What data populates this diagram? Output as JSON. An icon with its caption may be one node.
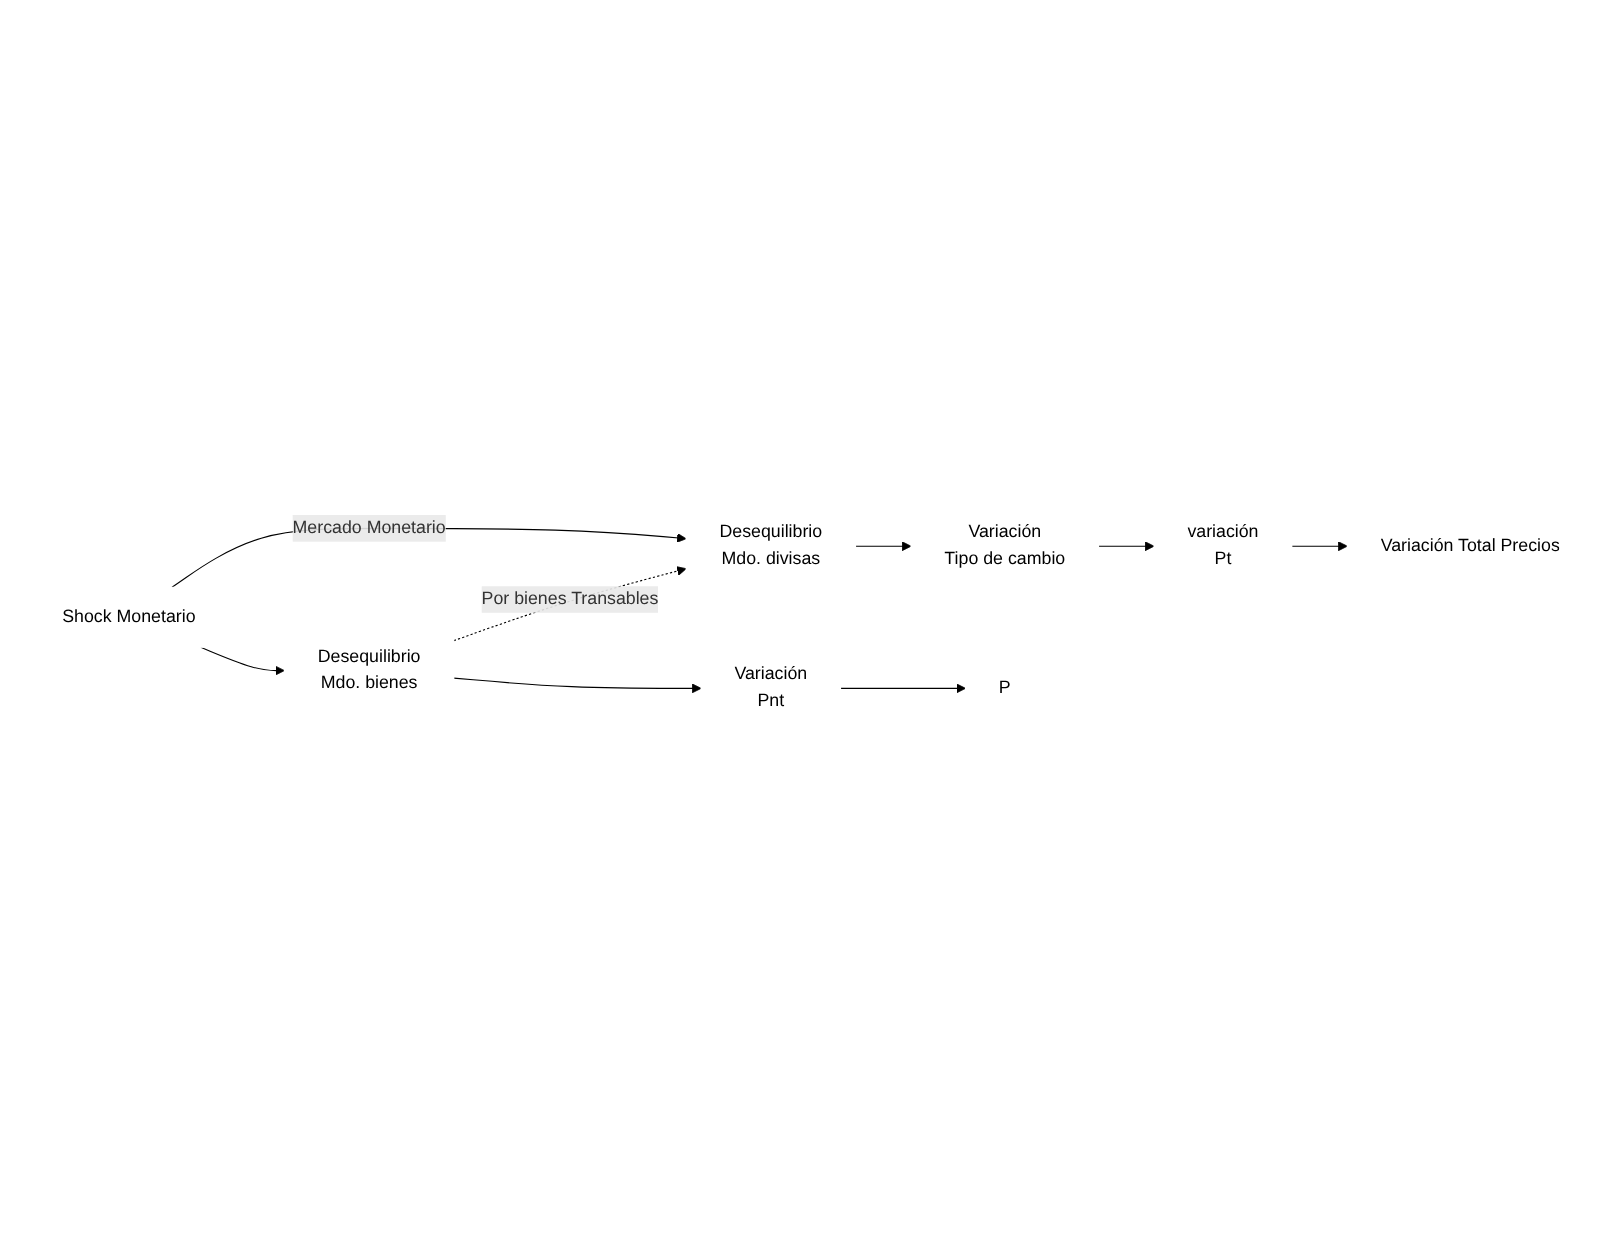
{
  "diagram": {
    "nodes": [
      {
        "text": [
          "Shock Monetario"
        ]
      },
      {
        "text": [
          "Desequilibrio",
          "Mdo. divisas"
        ]
      },
      {
        "text": [
          "Variación",
          "Tipo de cambio"
        ]
      },
      {
        "text": [
          "variación",
          "Pt"
        ]
      },
      {
        "text": [
          "Variación Total Precios"
        ]
      },
      {
        "text": [
          "Desequilibrio",
          "Mdo. bienes"
        ]
      },
      {
        "text": [
          "Variación",
          "Pnt"
        ]
      },
      {
        "text": [
          "P"
        ]
      }
    ],
    "edges": [
      {
        "from": 0,
        "to": 1,
        "arrow": "to",
        "label": "Mercado Monetario"
      },
      {
        "from": 0,
        "to": 5,
        "arrow": "to"
      },
      {
        "from": 1,
        "to": 2,
        "arrow": "to"
      },
      {
        "from": 2,
        "to": 3,
        "arrow": "to"
      },
      {
        "from": 3,
        "to": 4,
        "arrow": "to"
      },
      {
        "from": 5,
        "to": 1,
        "arrow": "to",
        "label": "Por bienes Transables",
        "style": "dashed"
      },
      {
        "from": 5,
        "to": 6,
        "arrow": "to"
      },
      {
        "from": 6,
        "to": 7,
        "arrow": "to"
      }
    ]
  }
}
